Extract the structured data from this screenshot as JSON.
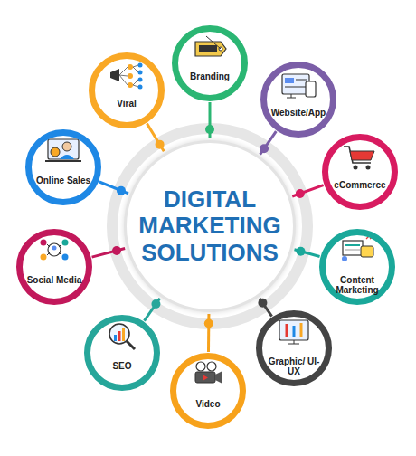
{
  "diagram": {
    "nodes": [
      {
        "text": [
          "DIGITAL MARKETING SOLUTIONS"
        ]
      },
      {
        "text": [
          "Branding"
        ]
      },
      {
        "text": [
          "Website/App"
        ]
      },
      {
        "text": [
          "eCommerce"
        ]
      },
      {
        "text": [
          "Content Marketing"
        ]
      },
      {
        "text": [
          "Graphic/ UI-UX"
        ]
      },
      {
        "text": [
          "Video"
        ]
      },
      {
        "text": [
          "SEO"
        ]
      },
      {
        "text": [
          "Social Media"
        ]
      },
      {
        "text": [
          "Online Sales"
        ]
      },
      {
        "text": [
          "Viral"
        ]
      }
    ],
    "edges": [
      {
        "from": 0,
        "to": 1,
        "arrow": "none"
      },
      {
        "from": 0,
        "to": 2,
        "arrow": "none"
      },
      {
        "from": 0,
        "to": 3,
        "arrow": "none"
      },
      {
        "from": 0,
        "to": 4,
        "arrow": "none"
      },
      {
        "from": 0,
        "to": 5,
        "arrow": "none"
      },
      {
        "from": 0,
        "to": 6,
        "arrow": "none"
      },
      {
        "from": 0,
        "to": 7,
        "arrow": "none"
      },
      {
        "from": 0,
        "to": 8,
        "arrow": "none"
      },
      {
        "from": 0,
        "to": 9,
        "arrow": "none"
      },
      {
        "from": 0,
        "to": 10,
        "arrow": "none"
      }
    ]
  }
}
